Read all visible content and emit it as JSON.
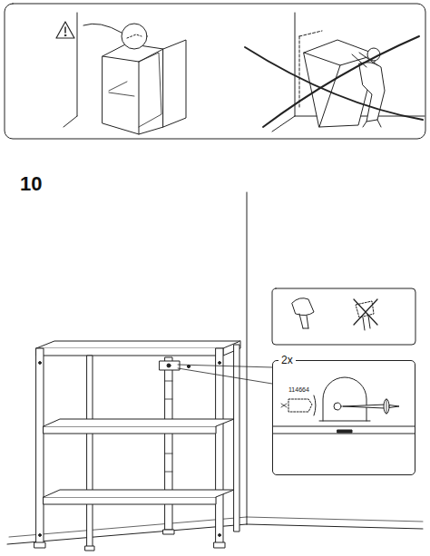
{
  "diagram": {
    "nodes": [
      {
        "text": [
          "2x"
        ]
      }
    ],
    "labels": [
      "10",
      "114664"
    ]
  }
}
